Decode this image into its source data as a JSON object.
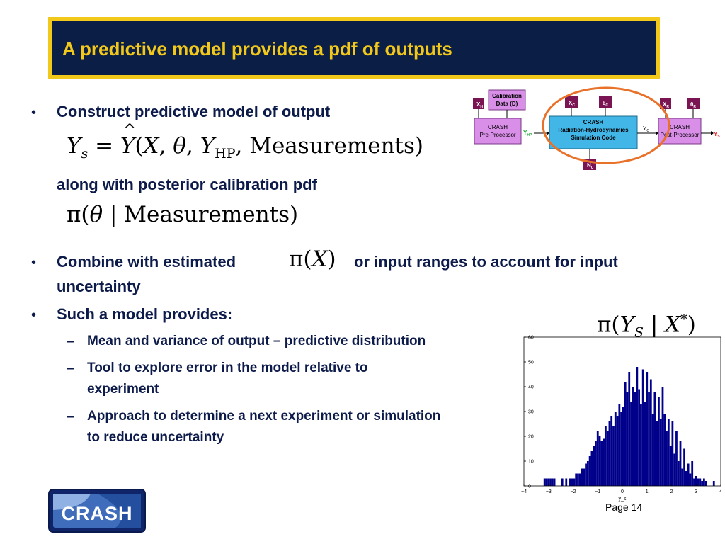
{
  "title": "A predictive model provides a pdf of outputs",
  "bullets": {
    "b1": "Construct predictive model of output",
    "b1_cont": "along with posterior calibration pdf",
    "b2_line1_a": "Combine with estimated",
    "b2_line1_b": "or input ranges to account for input",
    "b2_line2": "uncertainty",
    "b3": "Such a model provides:",
    "marker": "•",
    "dash": "–"
  },
  "subbullets": {
    "s1": "Mean and variance of output – predictive distribution",
    "s2_l1": "Tool to explore error in the model relative to",
    "s2_l2": "experiment",
    "s3_l1": "Approach to determine a next experiment or simulation",
    "s3_l2": "to reduce uncertainty"
  },
  "equations": {
    "eq1": "Y_s = Ŷ(X, θ, Y_HP, Measurements)",
    "eq2": "π(θ | Measurements)",
    "eq3": "π(X)",
    "eq4": "π(Y_S | X*)"
  },
  "diagram": {
    "calibration": [
      "Calibration",
      "Data (D)"
    ],
    "pre": [
      "CRASH",
      "Pre-Processor"
    ],
    "crash": [
      "CRASH",
      "Radiation-Hydrodynamics",
      "Simulation Code"
    ],
    "post": [
      "CRASH",
      "Post-Processor"
    ],
    "xh": "X",
    "xh_sub": "H",
    "xc": "X",
    "xc_sub": "C",
    "thc": "θ",
    "thc_sub": "C",
    "xr": "X",
    "xr_sub": "R",
    "thr": "θ",
    "thr_sub": "R",
    "nc": "N",
    "nc_sub": "C",
    "yhp": "Y",
    "yhp_sub": "HP",
    "yc": "Y",
    "yc_sub": "C",
    "ys": "Y",
    "ys_sub": "S",
    "colors": {
      "box": "#d98fe8",
      "crash": "#43b6e8",
      "param": "#7a1452",
      "circle": "#e8722a",
      "yhp": "#1ea838",
      "ys": "#e8262a"
    }
  },
  "chart_data": {
    "type": "bar",
    "title": "",
    "xlabel": "y_s",
    "ylabel": "",
    "xlim": [
      -4,
      4
    ],
    "ylim": [
      0,
      60
    ],
    "xticks": [
      -4,
      -3,
      -2,
      -1,
      0,
      1,
      2,
      3,
      4
    ],
    "yticks": [
      0,
      10,
      20,
      30,
      40,
      50,
      60
    ],
    "bin_width": 0.08,
    "bins_start": -3.2,
    "values": [
      3,
      3,
      3,
      3,
      3,
      3,
      0,
      0,
      0,
      3,
      0,
      3,
      0,
      3,
      3,
      3,
      5,
      5,
      5,
      7,
      7,
      9,
      10,
      12,
      14,
      16,
      18,
      22,
      20,
      18,
      19,
      24,
      22,
      26,
      28,
      24,
      30,
      28,
      33,
      30,
      32,
      42,
      38,
      46,
      34,
      40,
      38,
      48,
      39,
      33,
      47,
      34,
      46,
      38,
      43,
      29,
      38,
      26,
      36,
      27,
      40,
      29,
      22,
      27,
      16,
      26,
      13,
      22,
      10,
      18,
      7,
      15,
      6,
      9,
      5,
      10,
      3,
      4,
      3,
      3,
      2,
      3,
      2,
      0,
      0,
      0,
      2
    ]
  },
  "color_bar": "#00008b",
  "page": "Page 14",
  "logo": {
    "text": "CRASH"
  }
}
